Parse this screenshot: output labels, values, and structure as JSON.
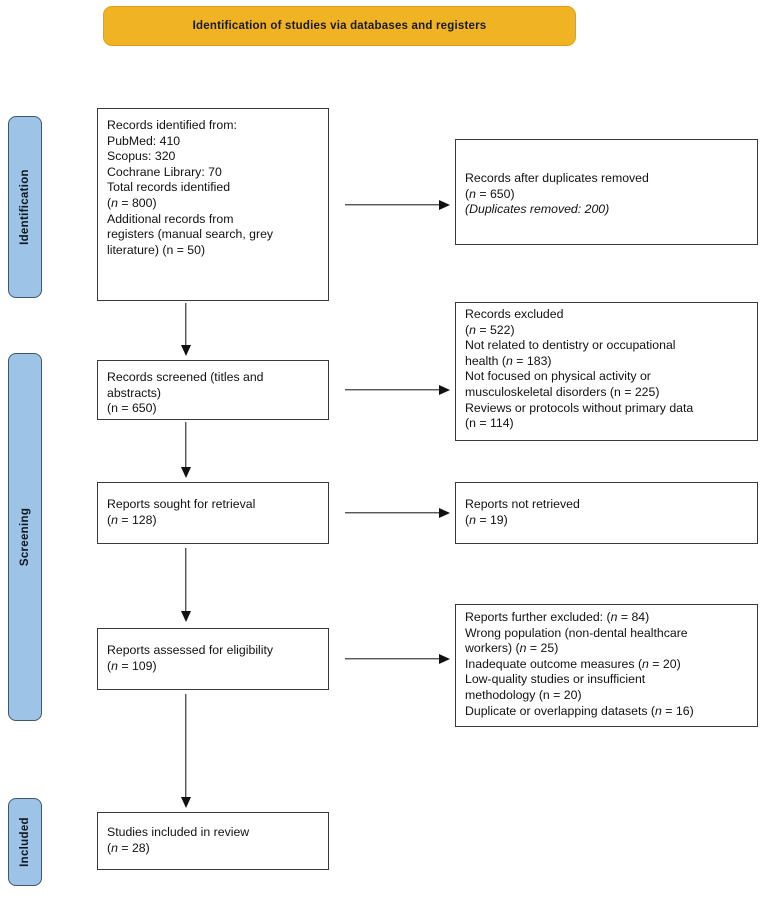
{
  "header": {
    "title": "Identification of studies via databases and registers",
    "color": "#F0B323"
  },
  "stages": {
    "color": "#9DC3E6",
    "identification": "Identification",
    "screening": "Screening",
    "included": "Included"
  },
  "boxes": {
    "records_identified": {
      "l1": "Records identified from:",
      "l2": "PubMed: 410",
      "l3": "Scopus: 320",
      "l4": "Cochrane Library: 70",
      "l5": "Total records identified",
      "l6_pre": "(",
      "l6_n": "n",
      "l6_post": " = 800)",
      "l7": "Additional records from",
      "l8": "registers (manual search, grey",
      "l9": "literature) (n = 50)"
    },
    "duplicates_removed": {
      "l1": "Records after duplicates removed",
      "l2_pre": "(",
      "l2_n": "n",
      "l2_post": " = 650)",
      "l3": "(Duplicates removed: 200)"
    },
    "records_screened": {
      "l1": "Records screened (titles and",
      "l2": "abstracts)",
      "l3": "(n = 650)"
    },
    "records_excluded": {
      "l1": "Records excluded",
      "l2_pre": "(",
      "l2_n": "n",
      "l2_post": " = 522)",
      "l3a": "Not related to dentistry or occupational",
      "l3b_pre": "health (",
      "l3b_n": "n",
      "l3b_post": " = 183)",
      "l4a": "Not focused on physical activity or",
      "l4b": "musculoskeletal disorders (n = 225)",
      "l5a": "Reviews or protocols without primary data",
      "l5b": "(n = 114)"
    },
    "reports_sought": {
      "l1": "Reports sought for retrieval",
      "l2_pre": "(",
      "l2_n": "n",
      "l2_post": " = 128)"
    },
    "reports_not_retrieved": {
      "l1": "Reports not retrieved",
      "l2_pre": "(",
      "l2_n": "n",
      "l2_post": " = 19)"
    },
    "reports_assessed": {
      "l1": "Reports assessed for eligibility",
      "l2_pre": "(",
      "l2_n": "n",
      "l2_post": " = 109)"
    },
    "reports_further_excluded": {
      "l1_pre": "Reports further excluded: (",
      "l1_n": "n",
      "l1_post": " = 84)",
      "l2a": "Wrong population (non-dental healthcare",
      "l2b_pre": "workers) (",
      "l2b_n": "n",
      "l2b_post": " = 25)",
      "l3_pre": "Inadequate outcome measures (",
      "l3_n": "n",
      "l3_post": " = 20)",
      "l4a": "Low-quality studies or insufficient",
      "l4b": "methodology (n = 20)",
      "l5_pre": "Duplicate or overlapping datasets (",
      "l5_n": "n",
      "l5_post": " = 16)"
    },
    "studies_included": {
      "l1": "Studies included in review",
      "l2_pre": "(",
      "l2_n": "n",
      "l2_post": " = 28)"
    }
  }
}
